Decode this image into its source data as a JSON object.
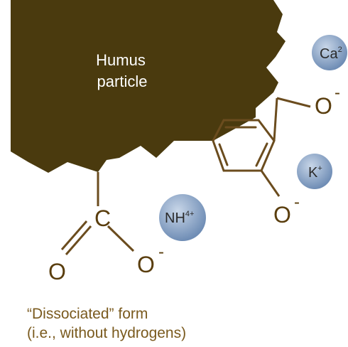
{
  "particle": {
    "line1": "Humus",
    "line2": "particle"
  },
  "atoms": {
    "carbon": "C",
    "oxygen_double": "O",
    "oxygen_carboxyl": "O",
    "oxygen_ring_top": "O",
    "oxygen_ring_bottom": "O",
    "charge": "-"
  },
  "ions": {
    "calcium": {
      "base": "Ca",
      "sup": "2"
    },
    "potassium": {
      "base": "K",
      "sup": "+"
    },
    "ammonium": {
      "base": "NH",
      "sup": "4+"
    }
  },
  "caption": {
    "line1": "“Dissociated” form",
    "line2": "(i.e., without hydrogens)"
  },
  "colors": {
    "particle": "#4a3a0e",
    "bond": "#6b4c1e",
    "ion_fill": "#7f9cc0",
    "ion_light": "#c8d6e8"
  }
}
